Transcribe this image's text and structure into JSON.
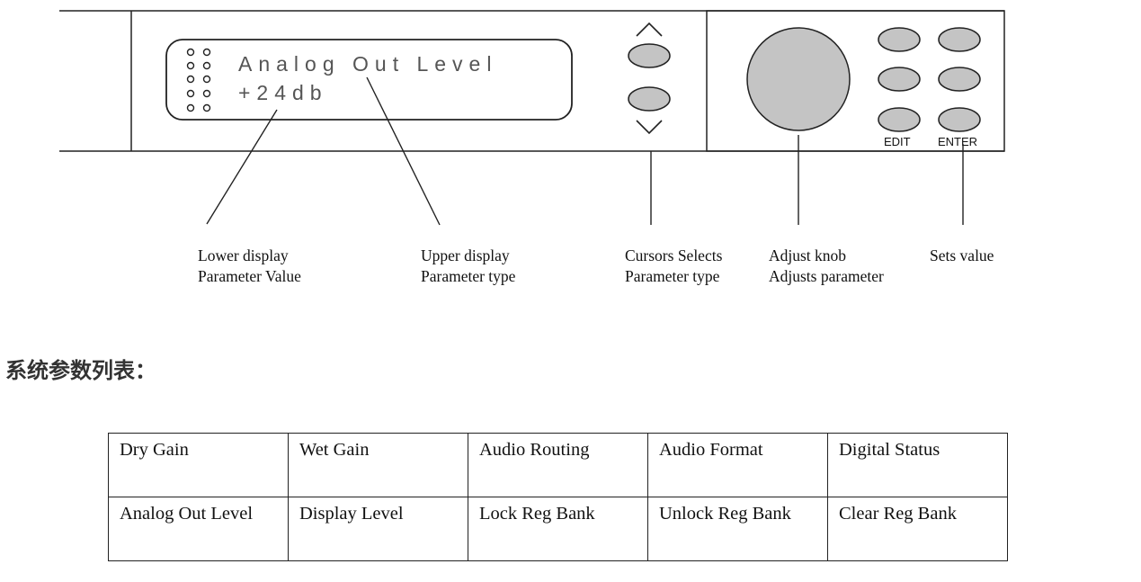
{
  "panel": {
    "display": {
      "upper_line": "Analog Out Level",
      "lower_line": "+24db"
    },
    "buttons": {
      "edit": "EDIT",
      "enter": "ENTER"
    }
  },
  "callouts": [
    {
      "line1": "Lower display",
      "line2": "Parameter Value"
    },
    {
      "line1": "Upper display",
      "line2": "Parameter type"
    },
    {
      "line1": "Cursors Selects",
      "line2": "Parameter type"
    },
    {
      "line1": "Adjust knob",
      "line2": "Adjusts parameter"
    },
    {
      "line1": "Sets value",
      "line2": ""
    }
  ],
  "section_heading": "系统参数列表：",
  "table": {
    "rows": [
      [
        "Dry Gain",
        "Wet Gain",
        "Audio Routing",
        "Audio Format",
        "Digital Status"
      ],
      [
        "Analog Out Level",
        "Display Level",
        "Lock Reg Bank",
        "Unlock Reg Bank",
        "Clear Reg Bank"
      ]
    ]
  }
}
